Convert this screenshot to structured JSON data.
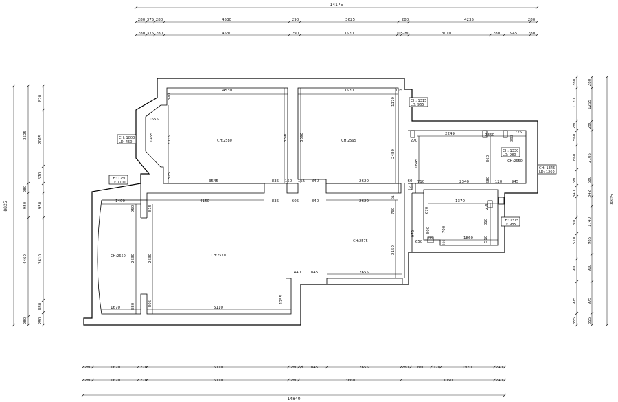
{
  "top_dims": {
    "total": "14175",
    "row1": [
      "280",
      "375",
      "280",
      "4530",
      "290",
      "3625",
      "280",
      "4235",
      "280"
    ],
    "row2": [
      "280",
      "375",
      "280",
      "4530",
      "290",
      "3520",
      "105",
      "280",
      "3010",
      "280",
      "945",
      "280"
    ]
  },
  "bottom_dims": {
    "row1": [
      "280",
      "1670",
      "270",
      "5110",
      "280",
      "60",
      "845",
      "2655",
      "280",
      "860",
      "120",
      "1970",
      "240"
    ],
    "row2": [
      "280",
      "1670",
      "270",
      "5110",
      "280",
      "3660",
      "3050",
      "240"
    ],
    "total": "14840"
  },
  "left_dims": {
    "total": "8825",
    "col1": [
      "3505",
      "280",
      "950",
      "4460",
      "280"
    ],
    "col2": [
      "820",
      "2015",
      "670",
      "950",
      "2610",
      "880",
      "280"
    ]
  },
  "right_dims": {
    "total": "8805",
    "col1": [
      "280",
      "1170",
      "280",
      "560",
      "860",
      "680",
      "340",
      "810",
      "510",
      "900",
      "975",
      "355"
    ],
    "col2": [
      "280",
      "1265",
      "280",
      "2105",
      "680",
      "342",
      "1740",
      "985",
      "900",
      "975",
      "355"
    ]
  },
  "rooms": {
    "r1_w": "4530",
    "r1_h": "3690",
    "r1_ch": "CH:2580",
    "r1_h2": "2015",
    "r1_h3": "820",
    "r1_h4": "815",
    "r2_w": "3520",
    "r2_w2": "105",
    "r2_h": "3690",
    "r2_h2": "1170",
    "r2_h3": "2480",
    "r2_ch": "CH:2595",
    "corr_a": "3545",
    "corr_b": "835",
    "corr_c": "150",
    "corr_d": "165",
    "corr_e": "840",
    "corr_f": "2620",
    "corr_g": "60",
    "corr2_a": "4150",
    "corr2_b": "835",
    "corr2_c": "605",
    "corr2_d": "840",
    "corr2_e": "2620",
    "corr2_f": "81",
    "bay_a": "1655",
    "bay_b": "1455",
    "bal_w": "1400",
    "bal_h1": "950",
    "bal_h2": "815",
    "bal_ch": "CH:2650",
    "bal_h3": "2630",
    "bal_w2": "1670",
    "bal_h4": "880",
    "liv_ch": "CH:2570",
    "liv_h": "2630",
    "liv_w": "5110",
    "liv_h2": "805",
    "liv_h3": "1255",
    "liv_a": "440",
    "liv_b": "845",
    "liv_c": "2655",
    "liv_d": "2150",
    "liv_e": "760",
    "liv_ch2": "CH:2575",
    "k_w": "2249",
    "k_a": "270",
    "k_b": "2350",
    "k_c": "725",
    "k_d": "393",
    "k_e": "1845",
    "k_f": "860",
    "k_ch": "CH:2650",
    "k_g": "710",
    "k_h": "2340",
    "k_i": "945",
    "k_j": "680",
    "k_k": "120",
    "k_l": "60",
    "b_a": "1370",
    "b_b": "670",
    "b_c": "270",
    "b_d": "970",
    "b_e": "650",
    "b_f": "800",
    "b_g": "700",
    "b_h": "200",
    "b_i": "1860",
    "b_j": "810",
    "b_k": "510",
    "b_l": "200"
  },
  "tags": [
    {
      "ch": "CH: 1315",
      "ld": "LD: 965"
    },
    {
      "ch": "CH: 1800",
      "ld": "LD: 450"
    },
    {
      "ch": "CH: 1330",
      "ld": "LD: 980"
    },
    {
      "ch": "CH: 1345",
      "ld": "LD: 1260"
    },
    {
      "ch": "CH: 1250",
      "ld": "LD: 1100"
    },
    {
      "ch": "CH: 1315",
      "ld": "LD: 985"
    }
  ]
}
